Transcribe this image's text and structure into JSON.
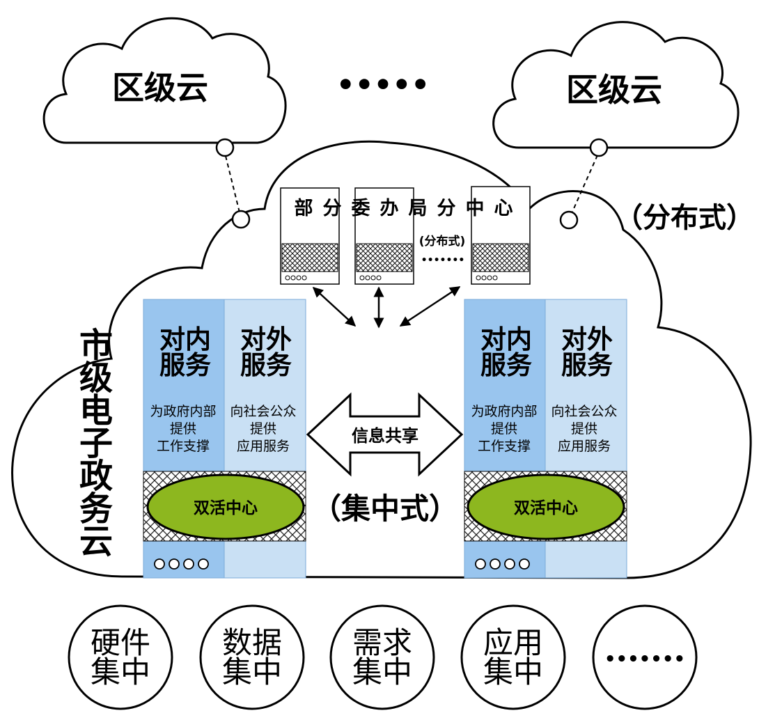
{
  "district_cloud_left": "区级云",
  "district_cloud_right": "区级云",
  "cloud_ellipsis": "•••••",
  "city_cloud_title_chars": [
    "市",
    "级",
    "电",
    "子",
    "政",
    "务",
    "云"
  ],
  "distributed_label": "（分布式）",
  "dept_title_chars": [
    "部",
    "分",
    "委",
    "办",
    "局",
    "分",
    "中",
    "心"
  ],
  "dept_subtitle": "(分布式)",
  "dept_ellipsis": "•••••••",
  "centralized_label": "（集中式）",
  "info_share_label": "信息共享",
  "panels": [
    {
      "internal_title_line1": "对内",
      "internal_title_line2": "服务",
      "external_title_line1": "对外",
      "external_title_line2": "服务",
      "internal_desc": [
        "为政府内部",
        "提供",
        "工作支撑"
      ],
      "external_desc": [
        "向社会公众",
        "提供",
        "应用服务"
      ],
      "center_label": "双活中心",
      "colors": {
        "internal": "#99c5ee",
        "external": "#c9e0f4",
        "center": "#8db71f"
      }
    },
    {
      "internal_title_line1": "对内",
      "internal_title_line2": "服务",
      "external_title_line1": "对外",
      "external_title_line2": "服务",
      "internal_desc": [
        "为政府内部",
        "提供",
        "工作支撑"
      ],
      "external_desc": [
        "向社会公众",
        "提供",
        "应用服务"
      ],
      "center_label": "双活中心",
      "colors": {
        "internal": "#99c5ee",
        "external": "#c9e0f4",
        "center": "#8db71f"
      }
    }
  ],
  "bottom_circles": [
    {
      "line1": "硬件",
      "line2": "集中"
    },
    {
      "line1": "数据",
      "line2": "集中"
    },
    {
      "line1": "需求",
      "line2": "集中"
    },
    {
      "line1": "应用",
      "line2": "集中"
    },
    {
      "line1": "•••••••",
      "line2": ""
    }
  ]
}
